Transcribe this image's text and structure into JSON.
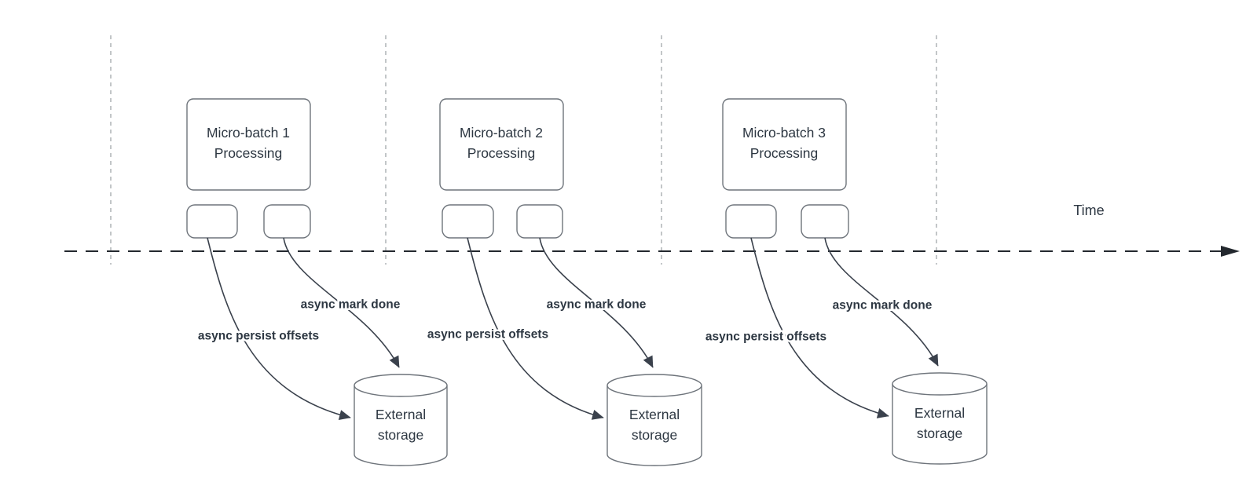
{
  "diagram": {
    "timeline": {
      "label": "Time"
    },
    "sections": [
      {
        "batch_line1": "Micro-batch 1",
        "batch_line2": "Processing",
        "persist_label": "async persist offsets",
        "done_label": "async mark done",
        "storage_line1": "External",
        "storage_line2": "storage"
      },
      {
        "batch_line1": "Micro-batch 2",
        "batch_line2": "Processing",
        "persist_label": "async persist offsets",
        "done_label": "async mark done",
        "storage_line1": "External",
        "storage_line2": "storage"
      },
      {
        "batch_line1": "Micro-batch 3",
        "batch_line2": "Processing",
        "persist_label": "async persist offsets",
        "done_label": "async mark done",
        "storage_line1": "External",
        "storage_line2": "storage"
      }
    ],
    "colors": {
      "background": "#ffffff",
      "shape_stroke": "#6e747b",
      "edge_stroke": "#3a414c",
      "text": "#2d3742",
      "guide_dash": "#b4b8bb",
      "timeline": "#23282e"
    }
  }
}
